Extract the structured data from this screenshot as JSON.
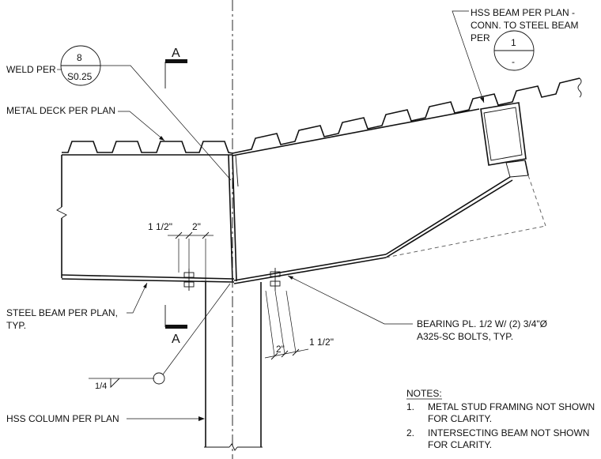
{
  "callouts": {
    "weld_per": "WELD PER",
    "weld_detail_number": "8",
    "weld_detail_sheet": "S0.25",
    "metal_deck": "METAL DECK PER PLAN",
    "hss_beam_line1": "HSS BEAM PER PLAN -",
    "hss_beam_line2": "CONN. TO STEEL BEAM",
    "hss_beam_line3": "PER",
    "hss_detail_number": "1",
    "hss_detail_sheet": "-",
    "steel_beam_line1": "STEEL BEAM PER PLAN,",
    "steel_beam_line2": "TYP.",
    "bearing_line1": "BEARING PL. 1/2 W/ (2) 3/4\"Ø",
    "bearing_line2": "A325-SC BOLTS, TYP.",
    "weld_size": "1/4",
    "hss_column": "HSS COLUMN PER PLAN"
  },
  "section_marks": {
    "top": "A",
    "bottom": "A"
  },
  "dimensions": {
    "left_edge": "1 1/2\"",
    "left_spacing": "2\"",
    "right_spacing": "2\"",
    "right_edge": "1 1/2\""
  },
  "notes": {
    "heading": "NOTES:",
    "items": [
      {
        "num": "1.",
        "line1": "METAL STUD FRAMING NOT SHOWN",
        "line2": "FOR CLARITY."
      },
      {
        "num": "2.",
        "line1": "INTERSECTING BEAM NOT SHOWN",
        "line2": "FOR CLARITY."
      }
    ]
  }
}
